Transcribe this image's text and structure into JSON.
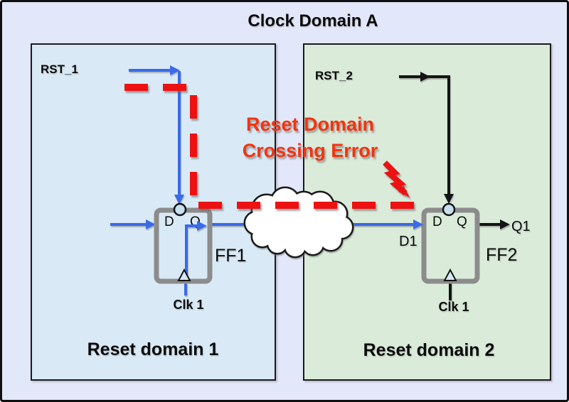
{
  "title": "Clock Domain A",
  "error_label": {
    "line1": "Reset Domain",
    "line2": "Crossing Error"
  },
  "domain1": {
    "name": "Reset domain 1",
    "reset_signal": "RST_1",
    "clock_signal": "Clk 1",
    "flipflop": {
      "name": "FF1",
      "d_port": "D",
      "q_port": "Q"
    }
  },
  "domain2": {
    "name": "Reset domain 2",
    "reset_signal": "RST_2",
    "clock_signal": "Clk 1",
    "d_input_label": "D1",
    "q_output_label": "Q1",
    "flipflop": {
      "name": "FF2",
      "d_port": "D",
      "q_port": "Q"
    }
  },
  "colors": {
    "outer_background": "#E3E7FA",
    "domain1_background": "#D9EAF6",
    "domain2_background": "#DAEBDA",
    "signal_blue": "#3A6AE8",
    "signal_black": "#141414",
    "error_text_red": "#F5330E",
    "dashed_path_red": "#EE1111",
    "flipflop_border_gray": "#8C8C8C",
    "cloud_fill": "#FFFFFF"
  }
}
